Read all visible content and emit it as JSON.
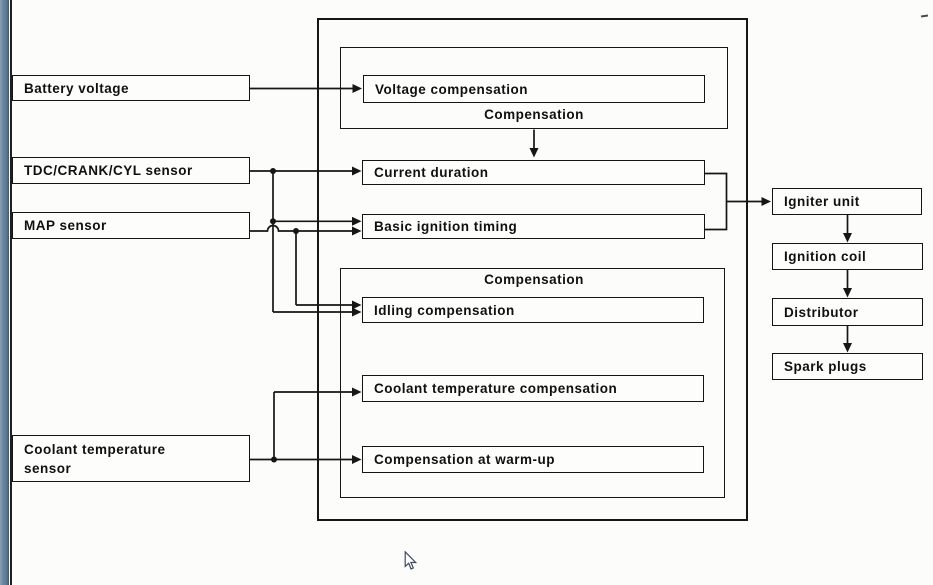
{
  "page": {
    "background": "#fcfcfb",
    "line_color": "#161616",
    "edge_bar_colors": [
      "#8ba0b4",
      "#5d7a93",
      "#3c5a77"
    ]
  },
  "inputs": {
    "battery": "Battery voltage",
    "tdc_crank_cyl": "TDC/CRANK/CYL sensor",
    "map": "MAP sensor",
    "coolant_line1": "Coolant temperature",
    "coolant_line2": "sensor"
  },
  "ecu": {
    "voltage_compensation": "Voltage compensation",
    "compensation_top": "Compensation",
    "current_duration": "Current duration",
    "basic_ignition_timing": "Basic ignition timing",
    "compensation_bottom": "Compensation",
    "idling_compensation": "Idling compensation",
    "coolant_temperature_compensation": "Coolant temperature compensation",
    "compensation_at_warm_up": "Compensation at warm-up"
  },
  "outputs": {
    "igniter_unit": "Igniter unit",
    "ignition_coil": "Ignition coil",
    "distributor": "Distributor",
    "spark_plugs": "Spark plugs"
  }
}
